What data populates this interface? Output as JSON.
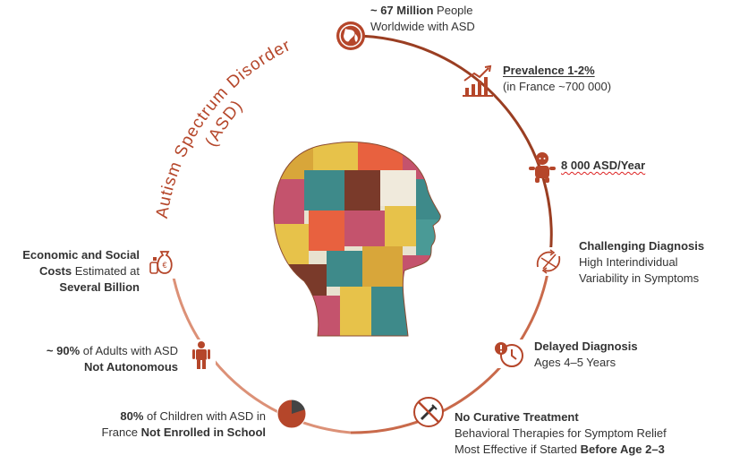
{
  "title": {
    "line1": "Autism Spectrum Disorder",
    "line2": "(ASD)"
  },
  "colors": {
    "accent": "#c0502b",
    "dark_accent": "#8a3520",
    "ring_light": "#e6a690",
    "text": "#333333"
  },
  "items": [
    {
      "icon": "globe-icon",
      "bold": "~ 67 Million",
      "rest": " People",
      "line2": "Worldwide with ASD"
    },
    {
      "icon": "growth-chart-icon",
      "bold": "Prevalence 1-2%",
      "line2": "(in France ~700 000)"
    },
    {
      "icon": "baby-icon",
      "bold": "8 000 ASD/Year"
    },
    {
      "icon": "complexity-arrows-icon",
      "bold": "Challenging Diagnosis",
      "line2": "High Interindividual",
      "line3": "Variability in Symptoms"
    },
    {
      "icon": "delayed-clock-icon",
      "bold": "Delayed Diagnosis",
      "line2": "Ages 4–5 Years"
    },
    {
      "icon": "no-medicine-icon",
      "bold": "No Curative Treatment",
      "line2": "Behavioral Therapies for Symptom Relief",
      "line3_pre": "Most Effective if Started ",
      "line3_bold": "Before Age 2–3"
    },
    {
      "icon": "pie-chart-icon",
      "l1_bold": "80%",
      "l1_rest": " of Children with ASD in",
      "l2_pre": "France ",
      "l2_bold": "Not Enrolled in School",
      "pie_fraction": 0.8
    },
    {
      "icon": "person-icon",
      "l1_bold": "~ 90%",
      "l1_rest": " of Adults with ASD",
      "l2_bold": "Not Autonomous"
    },
    {
      "icon": "money-bags-icon",
      "l1_bold": "Economic and Social",
      "l2_bold": "Costs",
      "l2_rest": " Estimated at",
      "l3_bold": "Several Billion"
    }
  ]
}
